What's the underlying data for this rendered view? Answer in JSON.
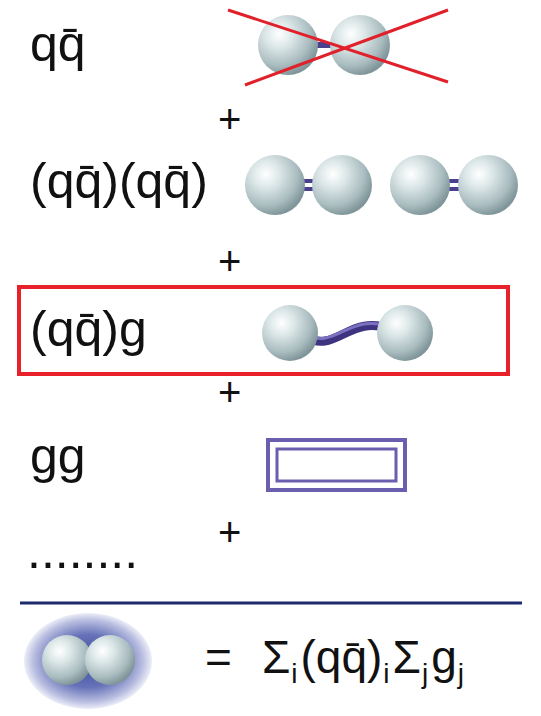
{
  "diagram": {
    "nodes": [
      {
        "text": [
          "(qq̄)g"
        ]
      }
    ],
    "labels": [
      "qq̄",
      "+",
      "(qq̄)(qq̄)",
      "+",
      "+",
      "gg",
      "+",
      "........",
      "=",
      "Σ",
      "i",
      "(qq̄)",
      "i",
      "Σ",
      "j",
      "g",
      "j"
    ]
  }
}
